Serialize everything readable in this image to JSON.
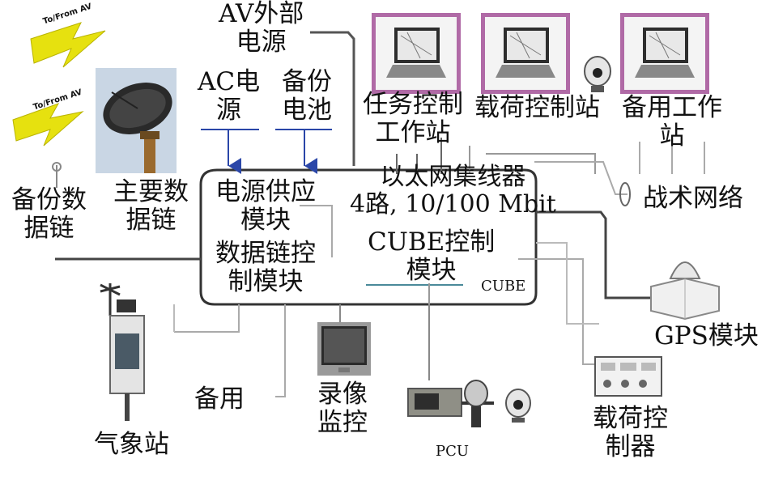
{
  "labels": {
    "av_power": "AV外部\n电源",
    "ac_power": "AC电\n源",
    "backup_battery": "备份\n电池",
    "mission_station": "任务控制\n工作站",
    "payload_station": "载荷控制站",
    "backup_station": "备用工作\n站",
    "backup_datalink": "备份数\n据链",
    "main_datalink": "主要数\n据链",
    "power_module": "电源供应\n模块",
    "ethernet_hub": "以太网集线器\n4路, 10/100 Mbit",
    "tactical_network": "战术网络",
    "datalink_module": "数据链控\n制模块",
    "cube_module": "CUBE控制\n模块",
    "cube": "CUBE",
    "gps_module": "GPS模块",
    "weather_station": "气象站",
    "spare": "备用",
    "video_monitor": "录像\n监控",
    "pcu": "PCU",
    "payload_controller": "载荷控\n制器",
    "to_from_av_1": "To/From AV",
    "to_from_av_2": "To/From AV"
  },
  "colors": {
    "line": "#333333",
    "arrow": "#2a46a8",
    "screen_frame": "#b06aa6",
    "lightning": "#e6e10f"
  },
  "icons": [
    "satellite-dish-icon",
    "laptop-icon",
    "camera-ball-icon",
    "antenna-icon",
    "weather-station-icon",
    "monitor-icon",
    "pcu-device-icon",
    "controller-panel-icon",
    "gps-dome-icon",
    "lightning-icon"
  ]
}
